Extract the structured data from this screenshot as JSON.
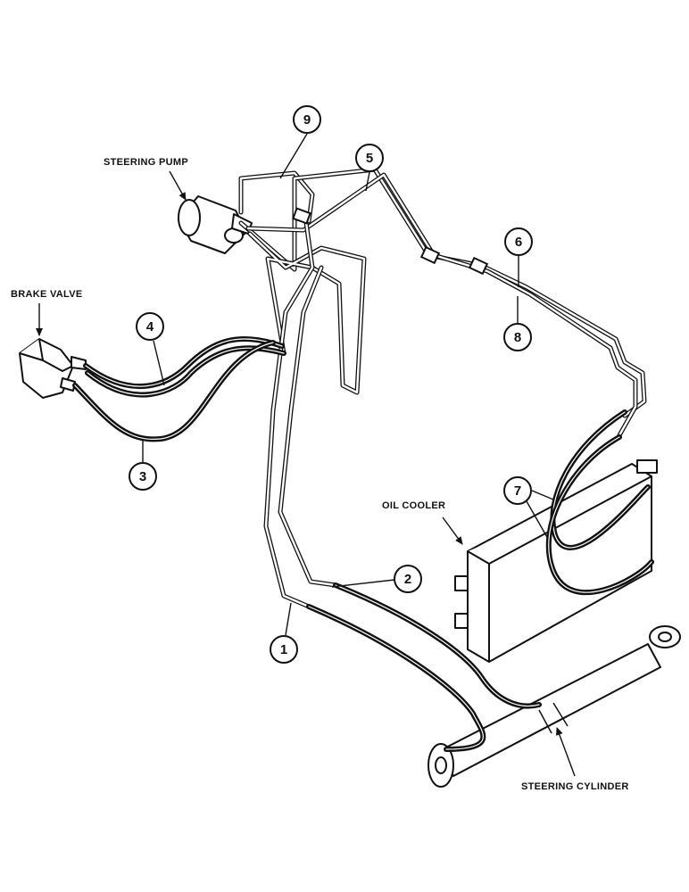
{
  "labels": {
    "steering_pump": "STEERING PUMP",
    "brake_valve": "BRAKE VALVE",
    "oil_cooler": "OIL COOLER",
    "steering_cylinder": "STEERING CYLINDER"
  },
  "callouts": {
    "c1": "1",
    "c2": "2",
    "c3": "3",
    "c4": "4",
    "c5": "5",
    "c6": "6",
    "c7": "7",
    "c8": "8",
    "c9": "9"
  }
}
